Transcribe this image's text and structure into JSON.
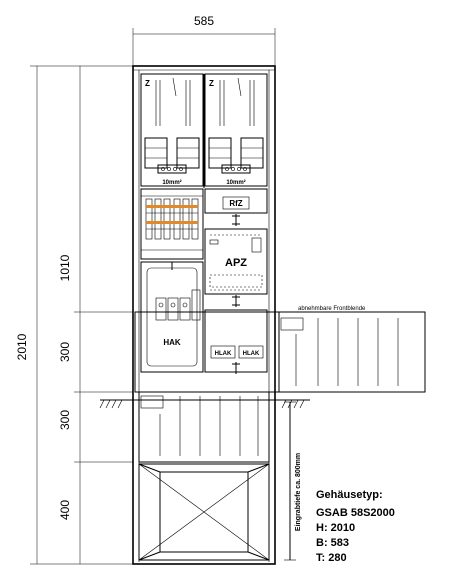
{
  "dimensions": {
    "width_top": "585",
    "height_total": "2010",
    "seg_upper": "1010",
    "seg_mid_above": "300",
    "seg_mid_below": "300",
    "seg_bottom": "400"
  },
  "labels": {
    "meter_left": "Z",
    "meter_right": "Z",
    "cross_left": "10mm²",
    "cross_right": "10mm²",
    "rfz": "RfZ",
    "apz": "APZ",
    "hak": "HAK",
    "hlak1": "HLAK",
    "hlak2": "HLAK",
    "frontblende": "abnehmbare Frontblende",
    "eingrabtiefe": "Eingrabtiefe ca. 800mm"
  },
  "spec": {
    "title": "Gehäusetyp:",
    "model": "GSAB 58S2000",
    "h": "H: 2010",
    "b": "B: 583",
    "t": "T: 280"
  },
  "colors": {
    "line": "#000000",
    "accent_orange": "#e08a2c",
    "background": "#ffffff"
  }
}
